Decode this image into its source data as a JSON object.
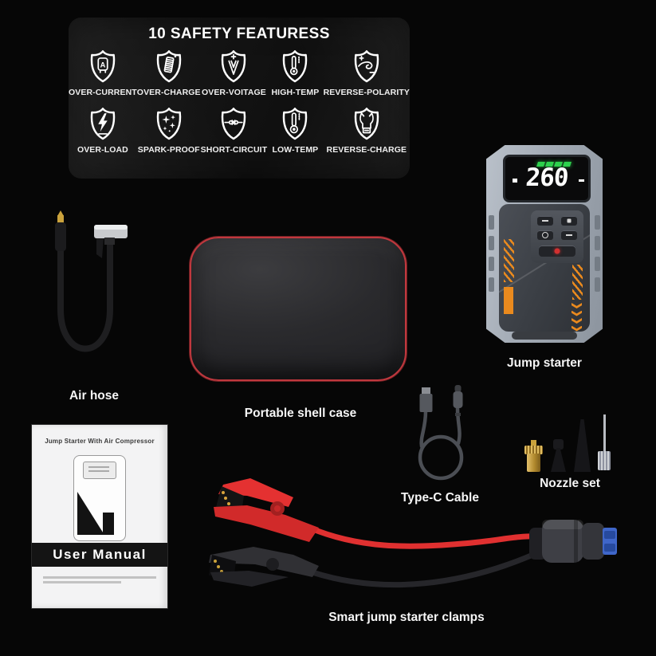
{
  "safety": {
    "title": "10 SAFETY FEATURESS",
    "features": [
      {
        "label": "OVER-CURRENT",
        "icon": "over-current-shield-icon"
      },
      {
        "label": "OVER-CHARGE",
        "icon": "over-charge-shield-icon"
      },
      {
        "label": "OVER-VOITAGE",
        "icon": "over-voltage-shield-icon"
      },
      {
        "label": "HIGH-TEMP",
        "icon": "high-temp-shield-icon"
      },
      {
        "label": "REVERSE-POLARITY",
        "icon": "reverse-polarity-shield-icon"
      },
      {
        "label": "OVER-LOAD",
        "icon": "over-load-shield-icon"
      },
      {
        "label": "SPARK-PROOF",
        "icon": "spark-proof-shield-icon"
      },
      {
        "label": "SHORT-CIRCUIT",
        "icon": "short-circuit-shield-icon"
      },
      {
        "label": "LOW-TEMP",
        "icon": "low-temp-shield-icon"
      },
      {
        "label": "REVERSE-CHARGE",
        "icon": "reverse-charge-shield-icon"
      }
    ]
  },
  "items": {
    "jump_starter": {
      "label": "Jump starter",
      "display_value": "260",
      "battery_bars": 4
    },
    "air_hose": {
      "label": "Air hose"
    },
    "shell_case": {
      "label": "Portable shell case"
    },
    "user_manual": {
      "cover_title": "Jump Starter With Air Compressor",
      "band_label": "User Manual"
    },
    "type_c_cable": {
      "label": "Type-C Cable"
    },
    "nozzle_set": {
      "label": "Nozzle set"
    },
    "clamps": {
      "label": "Smart jump starter clamps"
    }
  },
  "colors": {
    "background": "#060606",
    "accent_orange": "#ea8a1e",
    "clamp_red": "#e03030",
    "display_green": "#2ed14d",
    "case_trim_red": "#c0383e",
    "connector_blue": "#3f66c9"
  }
}
